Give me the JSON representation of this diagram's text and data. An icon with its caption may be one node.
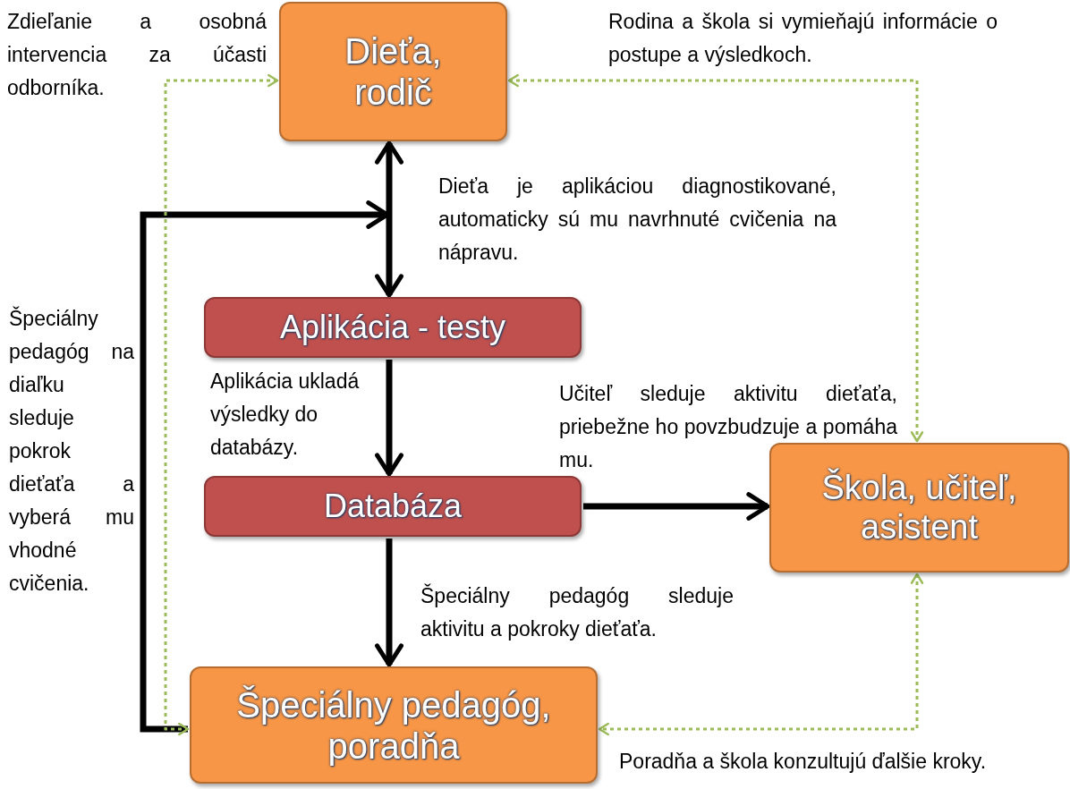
{
  "diagram": {
    "nodes": [
      {
        "text": [
          "Dieťa, rodič"
        ]
      },
      {
        "text": [
          "Aplikácia - testy"
        ]
      },
      {
        "text": [
          "Databáza"
        ]
      },
      {
        "text": [
          "Škola, učiteľ, asistent"
        ]
      },
      {
        "text": [
          "Špeciálny pedagóg, poradňa"
        ]
      }
    ],
    "edges": [
      {
        "from": 0,
        "to": 1,
        "arrow": "both"
      },
      {
        "from": 1,
        "to": 2,
        "arrow": "to"
      },
      {
        "from": 2,
        "to": 3,
        "arrow": "to"
      },
      {
        "from": 2,
        "to": 4,
        "arrow": "to"
      },
      {
        "from": 4,
        "to": null,
        "arrow": "to"
      },
      {
        "from": 0,
        "to": 4,
        "arrow": "both",
        "style": "dashed",
        "color": "#9bbb59"
      },
      {
        "from": 0,
        "to": 3,
        "arrow": "both",
        "style": "dashed",
        "color": "#9bbb59"
      },
      {
        "from": 3,
        "to": 4,
        "arrow": "both",
        "style": "dashed",
        "color": "#9bbb59"
      }
    ],
    "labels": [
      "Zdieľanie a osobná intervencia za účasti odborníka.",
      "Rodina a škola si vymieňajú informácie o postupe a výsledkoch.",
      "Dieťa je aplikáciou diagnostikované, automaticky sú mu navrhnuté cvičenia na nápravu.",
      "Špeciálny pedagóg na diaľku sleduje pokrok dieťaťa a vyberá mu vhodné cvičenia.",
      "Aplikácia ukladá výsledky do databázy.",
      "Učiteľ sleduje aktivitu dieťaťa, priebežne ho povzbudzuje a pomáha mu.",
      "Špeciálny pedagóg sleduje aktivitu a pokroky dieťaťa.",
      "Poradňa a škola konzultujú ďalšie kroky."
    ]
  }
}
